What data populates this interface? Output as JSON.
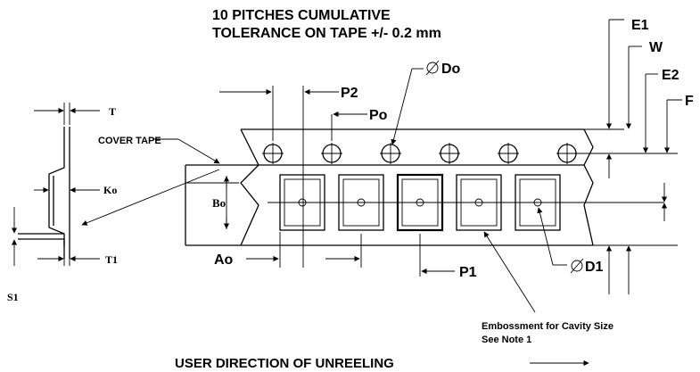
{
  "header": {
    "line1": "10 PITCHES CUMULATIVE",
    "line2": "TOLERANCE ON TAPE +/- 0.2 mm"
  },
  "labels": {
    "E1": "E1",
    "W": "W",
    "E2": "E2",
    "F": "F",
    "P2": "P2",
    "Po": "Po",
    "Do": "Do",
    "T": "T",
    "cover_tape": "COVER TAPE",
    "Ko": "Ko",
    "Bo": "Bo",
    "T1": "T1",
    "S1": "S1",
    "Ao": "Ao",
    "P1": "P1",
    "D1": "D1"
  },
  "notes": {
    "embossment_line1": "Embossment for Cavity Size",
    "embossment_line2": "See Note 1"
  },
  "footer": {
    "direction": "USER DIRECTION OF UNREELING"
  }
}
